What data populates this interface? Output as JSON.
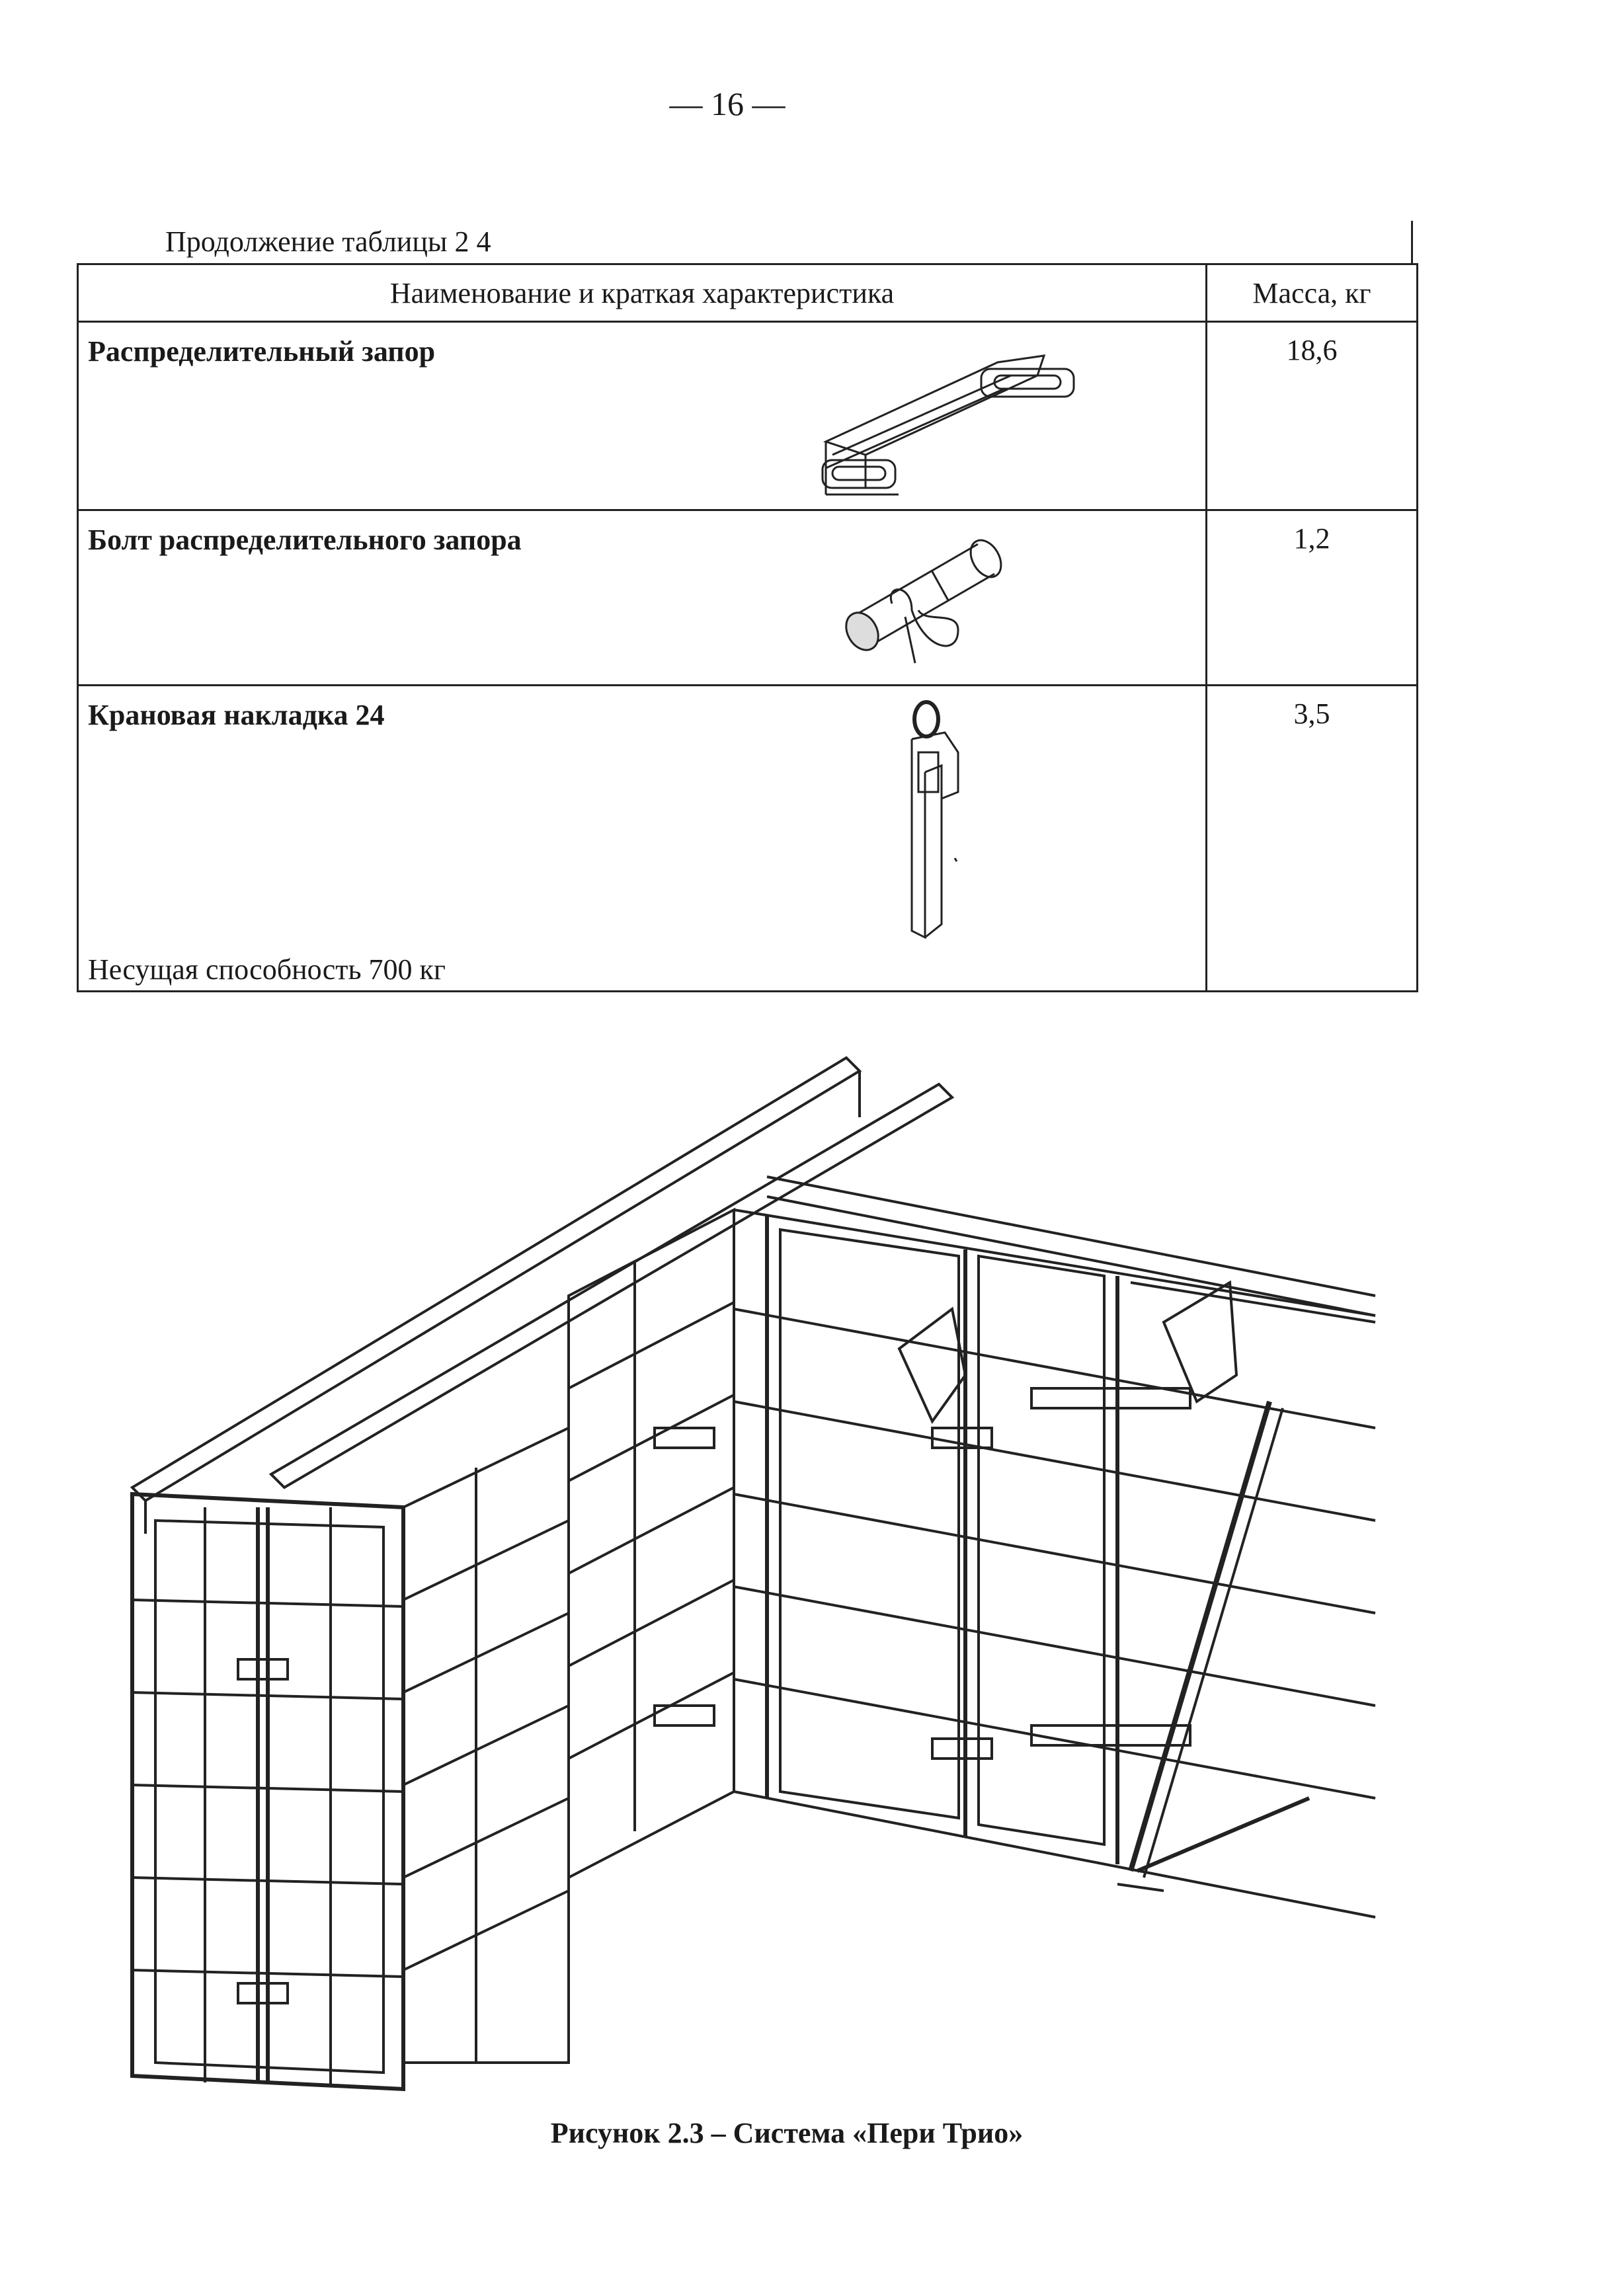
{
  "page_number": "— 16 —",
  "table_caption": "Продолжение таблицы 2 4",
  "table": {
    "headers": [
      "Наименование и краткая характеристика",
      "Масса, кг"
    ],
    "rows": [
      {
        "name": "Распределительный запор",
        "mass": "18,6",
        "note": ""
      },
      {
        "name": "Болт распределительного запора",
        "mass": "1,2",
        "note": ""
      },
      {
        "name": "Крановая накладка 24",
        "mass": "3,5",
        "note": "Несущая способность 700 кг"
      }
    ]
  },
  "figure_caption": "Рисунок  2.3 – Система «Пери Трио»"
}
